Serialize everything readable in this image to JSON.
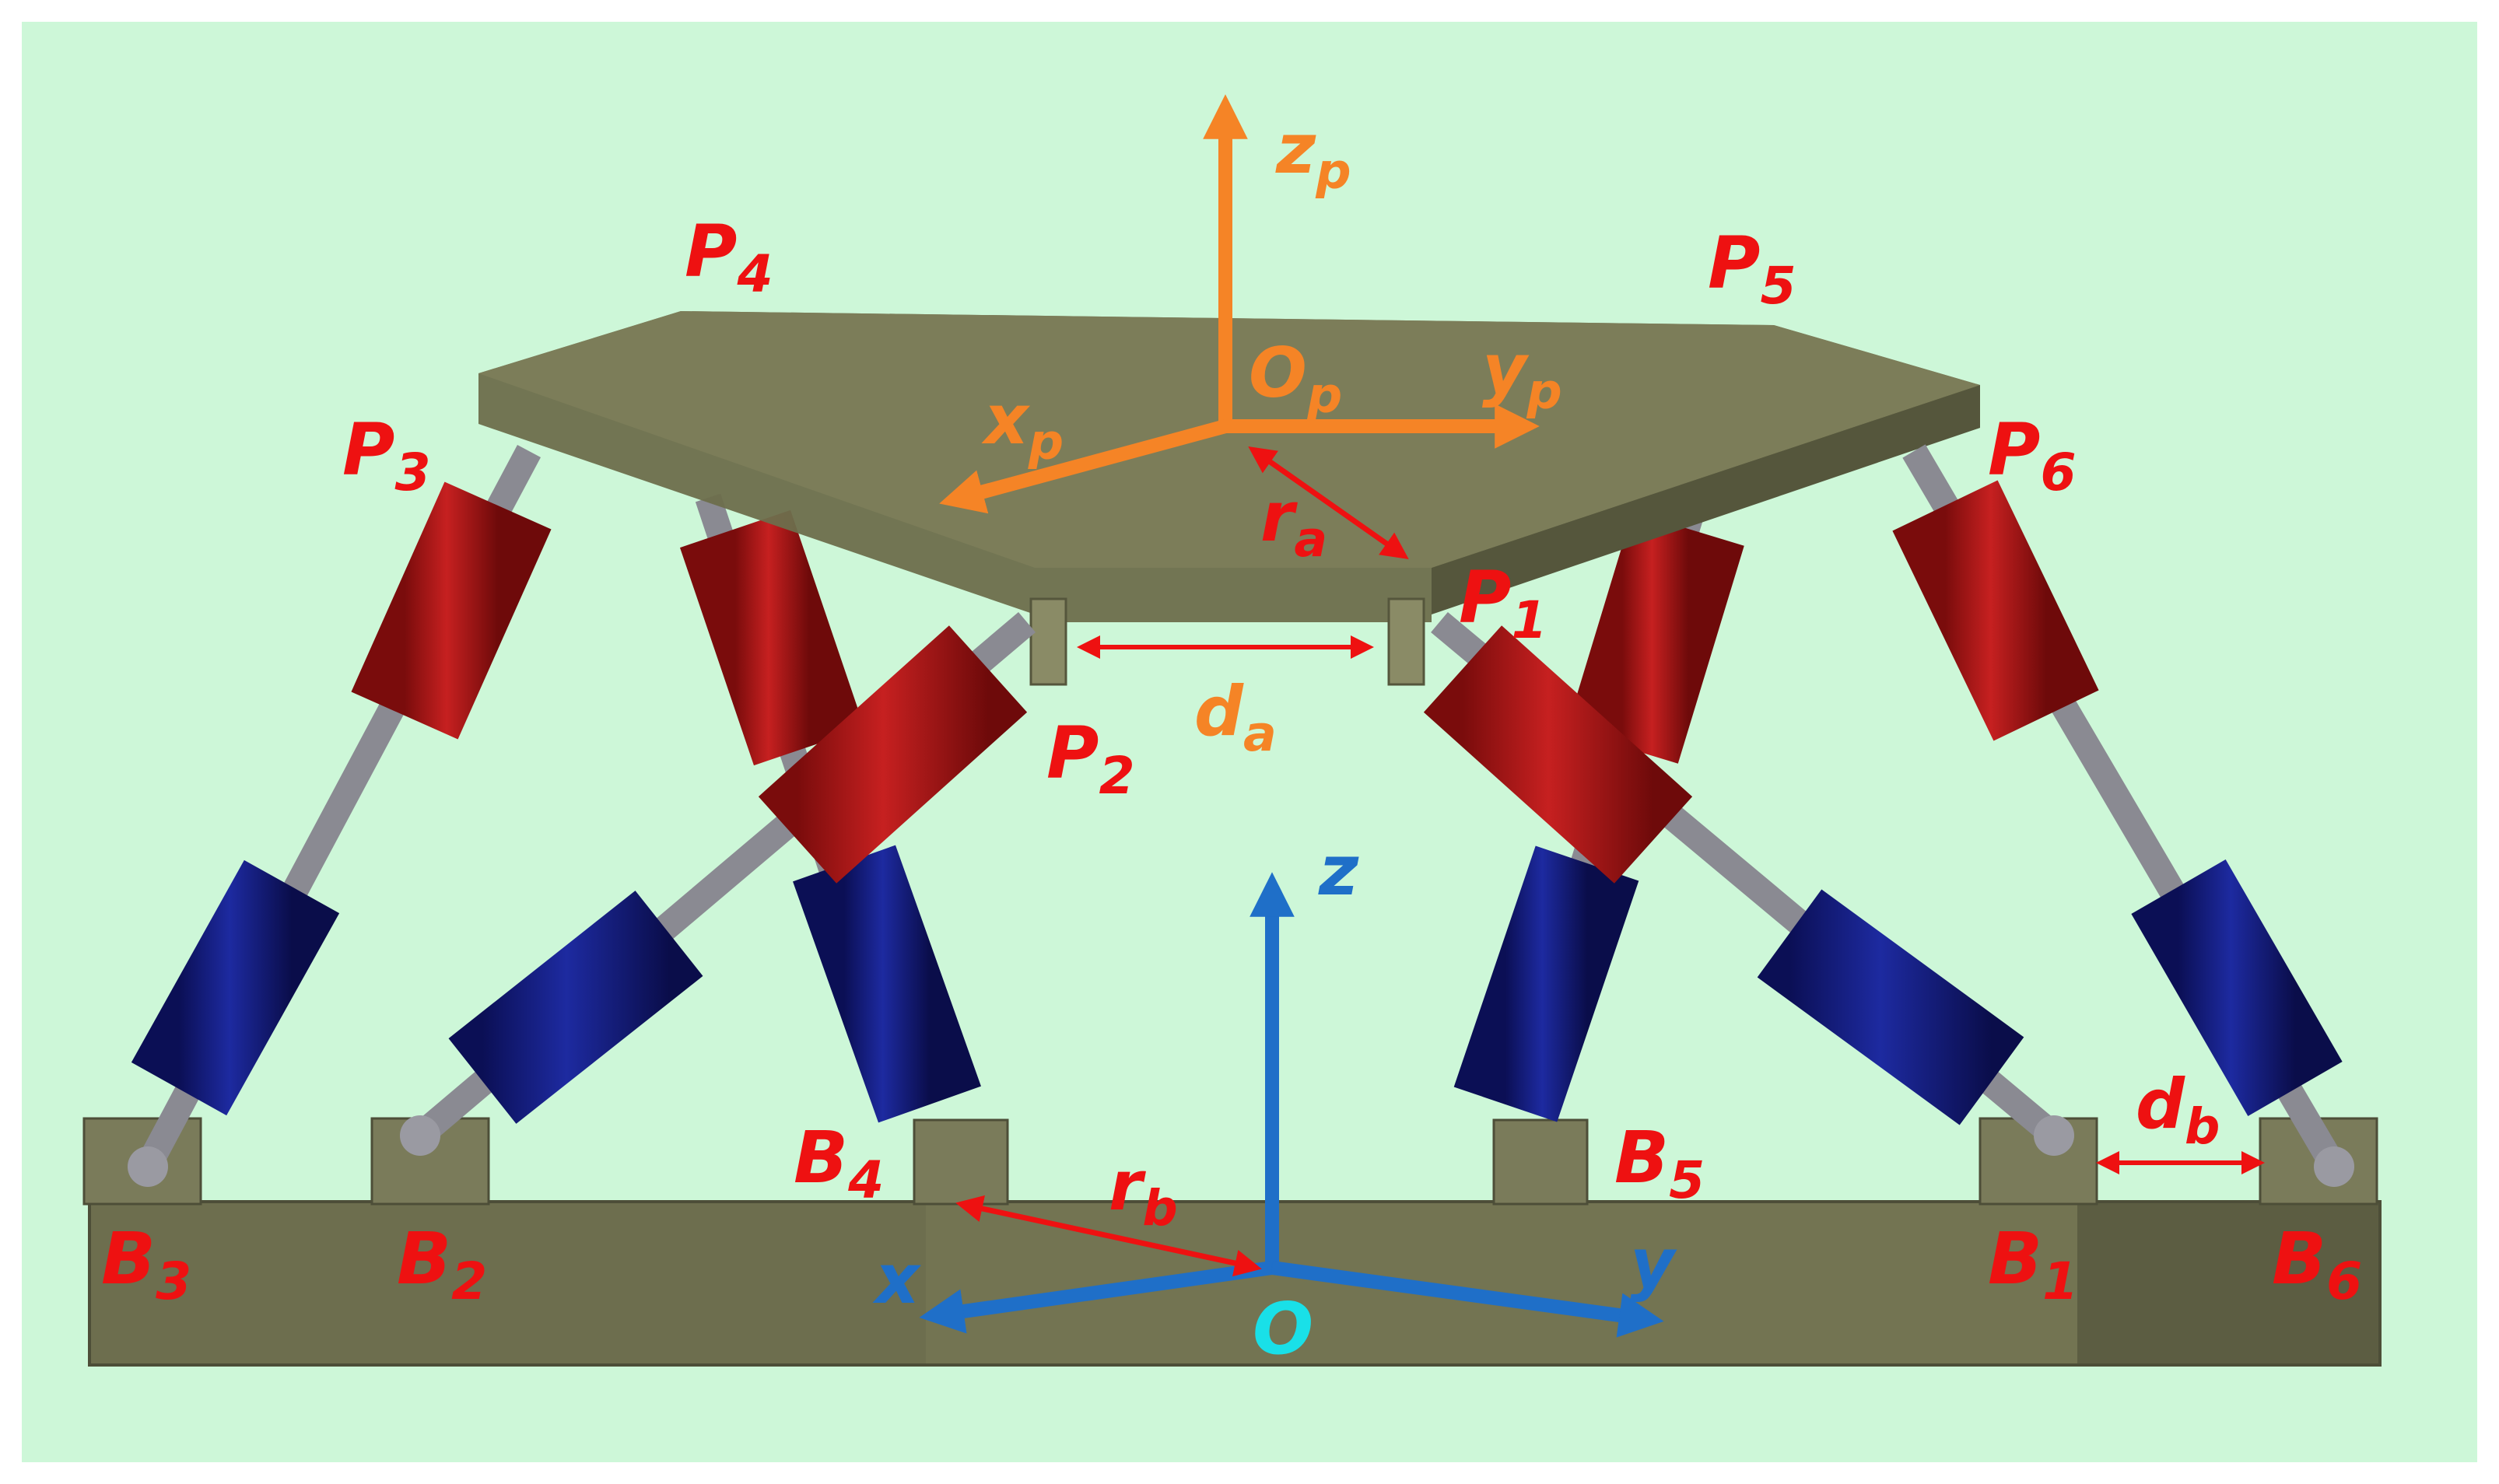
{
  "colors": {
    "background": "#cdf7d8",
    "frame": "#ffffff",
    "base": "#6d6e4e",
    "platform": "#6d6e4c",
    "upper_cylinder": "#b81818",
    "lower_cylinder": "#141c8c",
    "rod": "#8a8a92",
    "collar": "#d7a740",
    "label_red": "#ee1111",
    "platform_axes": "#f58426",
    "base_axes": "#1f6fc8",
    "origin": "#19e0e8"
  },
  "platform_frame": {
    "origin": {
      "main": "O",
      "sub": "p"
    },
    "x_axis": {
      "main": "x",
      "sub": "p"
    },
    "y_axis": {
      "main": "y",
      "sub": "p"
    },
    "z_axis": {
      "main": "z",
      "sub": "p"
    }
  },
  "base_frame": {
    "origin": "O",
    "x_axis": "x",
    "y_axis": "y",
    "z_axis": "z"
  },
  "platform_joints": [
    {
      "id": "p1",
      "main": "P",
      "sub": "1"
    },
    {
      "id": "p2",
      "main": "P",
      "sub": "2"
    },
    {
      "id": "p3",
      "main": "P",
      "sub": "3"
    },
    {
      "id": "p4",
      "main": "P",
      "sub": "4"
    },
    {
      "id": "p5",
      "main": "P",
      "sub": "5"
    },
    {
      "id": "p6",
      "main": "P",
      "sub": "6"
    }
  ],
  "base_joints": [
    {
      "id": "b1",
      "main": "B",
      "sub": "1"
    },
    {
      "id": "b2",
      "main": "B",
      "sub": "2"
    },
    {
      "id": "b3",
      "main": "B",
      "sub": "3"
    },
    {
      "id": "b4",
      "main": "B",
      "sub": "4"
    },
    {
      "id": "b5",
      "main": "B",
      "sub": "5"
    },
    {
      "id": "b6",
      "main": "B",
      "sub": "6"
    }
  ],
  "dimensions": {
    "platform_radius": {
      "main": "r",
      "sub": "a"
    },
    "base_radius": {
      "main": "r",
      "sub": "b"
    },
    "platform_joint_spacing": {
      "main": "d",
      "sub": "a"
    },
    "base_joint_spacing": {
      "main": "d",
      "sub": "b"
    }
  }
}
